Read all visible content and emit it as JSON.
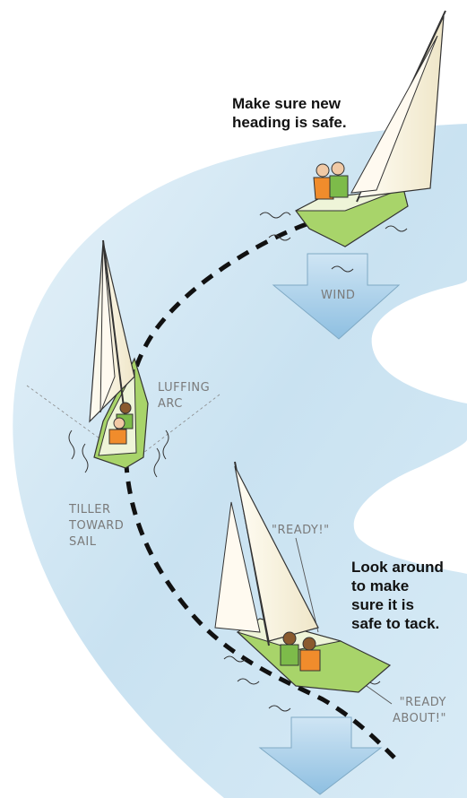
{
  "captions": {
    "new_heading": "Make sure new\nheading is safe.",
    "look_around": "Look around\nto make\nsure it is\nsafe to tack."
  },
  "labels": {
    "wind": "WIND",
    "luffing_arc": "LUFFING\nARC",
    "tiller": "TILLER\nTOWARD\nSAIL",
    "ready": "\"READY!\"",
    "ready_about": "\"READY\nABOUT!\""
  },
  "colors": {
    "water": "#cfe6f3",
    "water_deep": "#b3d5ea",
    "wind_arrow": "#9ec9e6",
    "hull_green": "#a8d46a",
    "hull_light": "#eef4d8",
    "sail": "#fbf6e6",
    "path": "#111111",
    "lifejacket": "#f08c2c",
    "crew_green": "#7dbb4a"
  },
  "icons": [
    "sailboat-icon",
    "wind-arrow-icon",
    "sailor-icon"
  ]
}
